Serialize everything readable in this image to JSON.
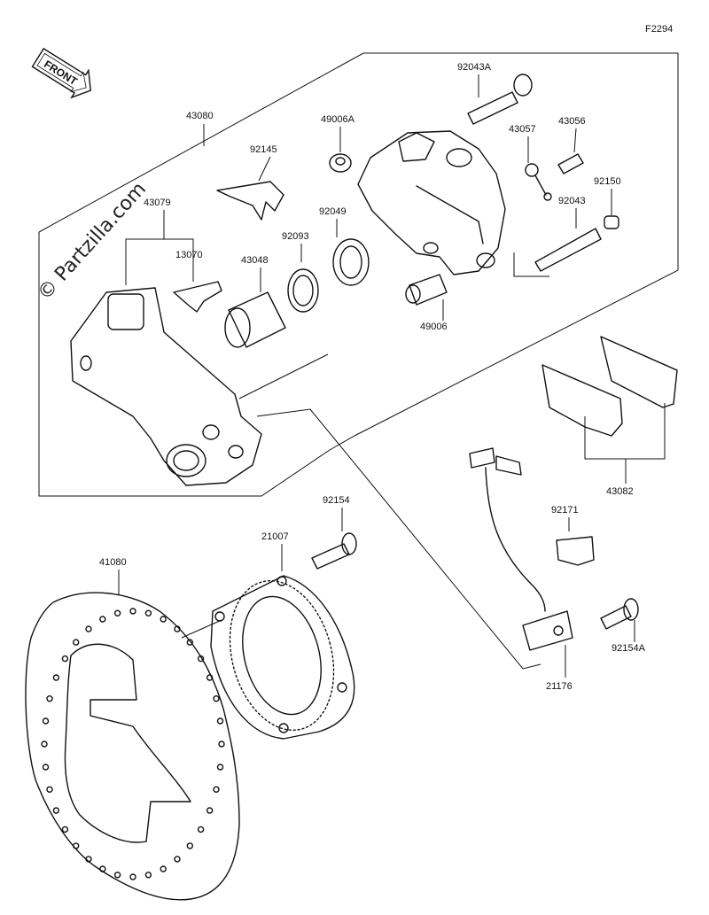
{
  "figure_code": "F2294",
  "front_badge": "FRONT",
  "watermark": "© Partzilla.com",
  "labels": {
    "p43080": "43080",
    "p92043A": "92043A",
    "p49006A": "49006A",
    "p43057": "43057",
    "p43056": "43056",
    "p92145": "92145",
    "p92150": "92150",
    "p92043": "92043",
    "p43079": "43079",
    "p92049": "92049",
    "p92093": "92093",
    "p13070": "13070",
    "p43048": "43048",
    "p49006": "49006",
    "p43082": "43082",
    "p92154": "92154",
    "p21007": "21007",
    "p92171": "92171",
    "p41080": "41080",
    "p92154A": "92154A",
    "p21176": "21176"
  }
}
